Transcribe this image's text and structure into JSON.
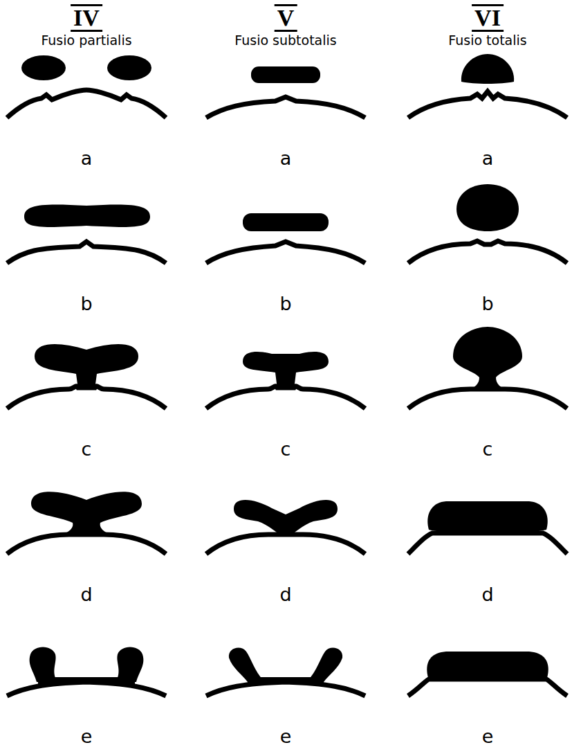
{
  "diagram": {
    "labels": [
      "IV",
      "Fusio partialis",
      "V",
      "Fusio subtotalis",
      "VI",
      "Fusio totalis",
      "a",
      "a",
      "a",
      "b",
      "b",
      "b",
      "c",
      "c",
      "c",
      "d",
      "d",
      "d",
      "e",
      "e",
      "e"
    ]
  }
}
